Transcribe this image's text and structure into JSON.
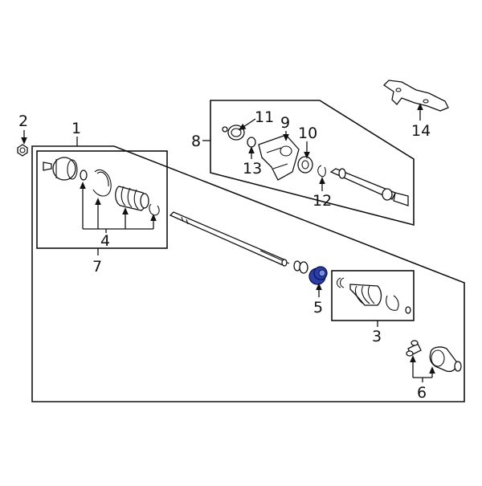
{
  "diagram": {
    "highlight_color": "#2b3ea8",
    "callouts": [
      {
        "id": "c1",
        "label": "1"
      },
      {
        "id": "c2",
        "label": "2"
      },
      {
        "id": "c3",
        "label": "3"
      },
      {
        "id": "c4",
        "label": "4"
      },
      {
        "id": "c5",
        "label": "5"
      },
      {
        "id": "c6",
        "label": "6"
      },
      {
        "id": "c7",
        "label": "7"
      },
      {
        "id": "c8",
        "label": "8"
      },
      {
        "id": "c9",
        "label": "9"
      },
      {
        "id": "c10",
        "label": "10"
      },
      {
        "id": "c11",
        "label": "11"
      },
      {
        "id": "c12",
        "label": "12"
      },
      {
        "id": "c13",
        "label": "13"
      },
      {
        "id": "c14",
        "label": "14"
      }
    ]
  }
}
